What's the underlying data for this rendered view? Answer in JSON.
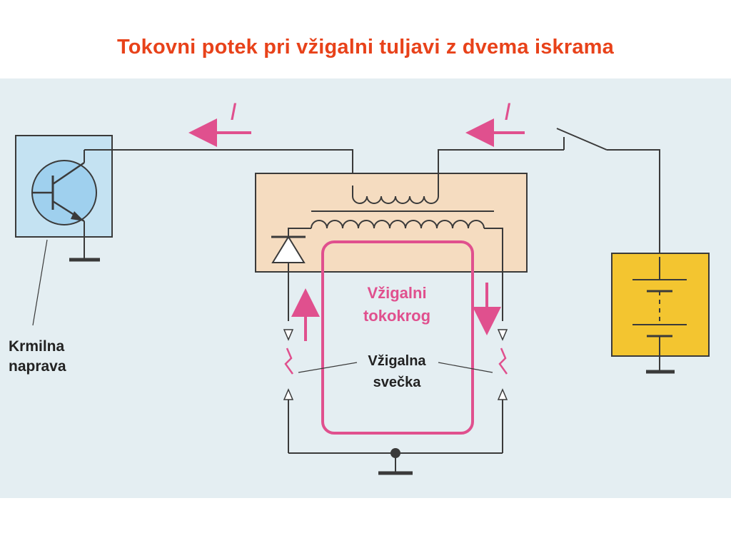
{
  "title": "Tokovni potek pri vžigalni tuljavi z dvema iskrama",
  "diagram": {
    "current_label": "I",
    "control_unit_label": [
      "Krmilna",
      "naprava"
    ],
    "ignition_circuit_label": [
      "Vžigalni",
      "tokokrog"
    ],
    "spark_plug_label": [
      "Vžigalna",
      "svečka"
    ]
  },
  "colors": {
    "title": "#e8421a",
    "background": "#e4eef2",
    "coil_box": "#f5dcc0",
    "control_box": "#c4e2f2",
    "transistor": "#9fd0ee",
    "battery_box": "#f3c530",
    "circuit_magenta": "#e0508e",
    "wire": "#3a3a3a"
  },
  "icons": [
    "transistor-icon",
    "diode-icon",
    "battery-icon",
    "ground-icon",
    "switch-icon",
    "spark-plug-icon",
    "arrow-icon"
  ]
}
